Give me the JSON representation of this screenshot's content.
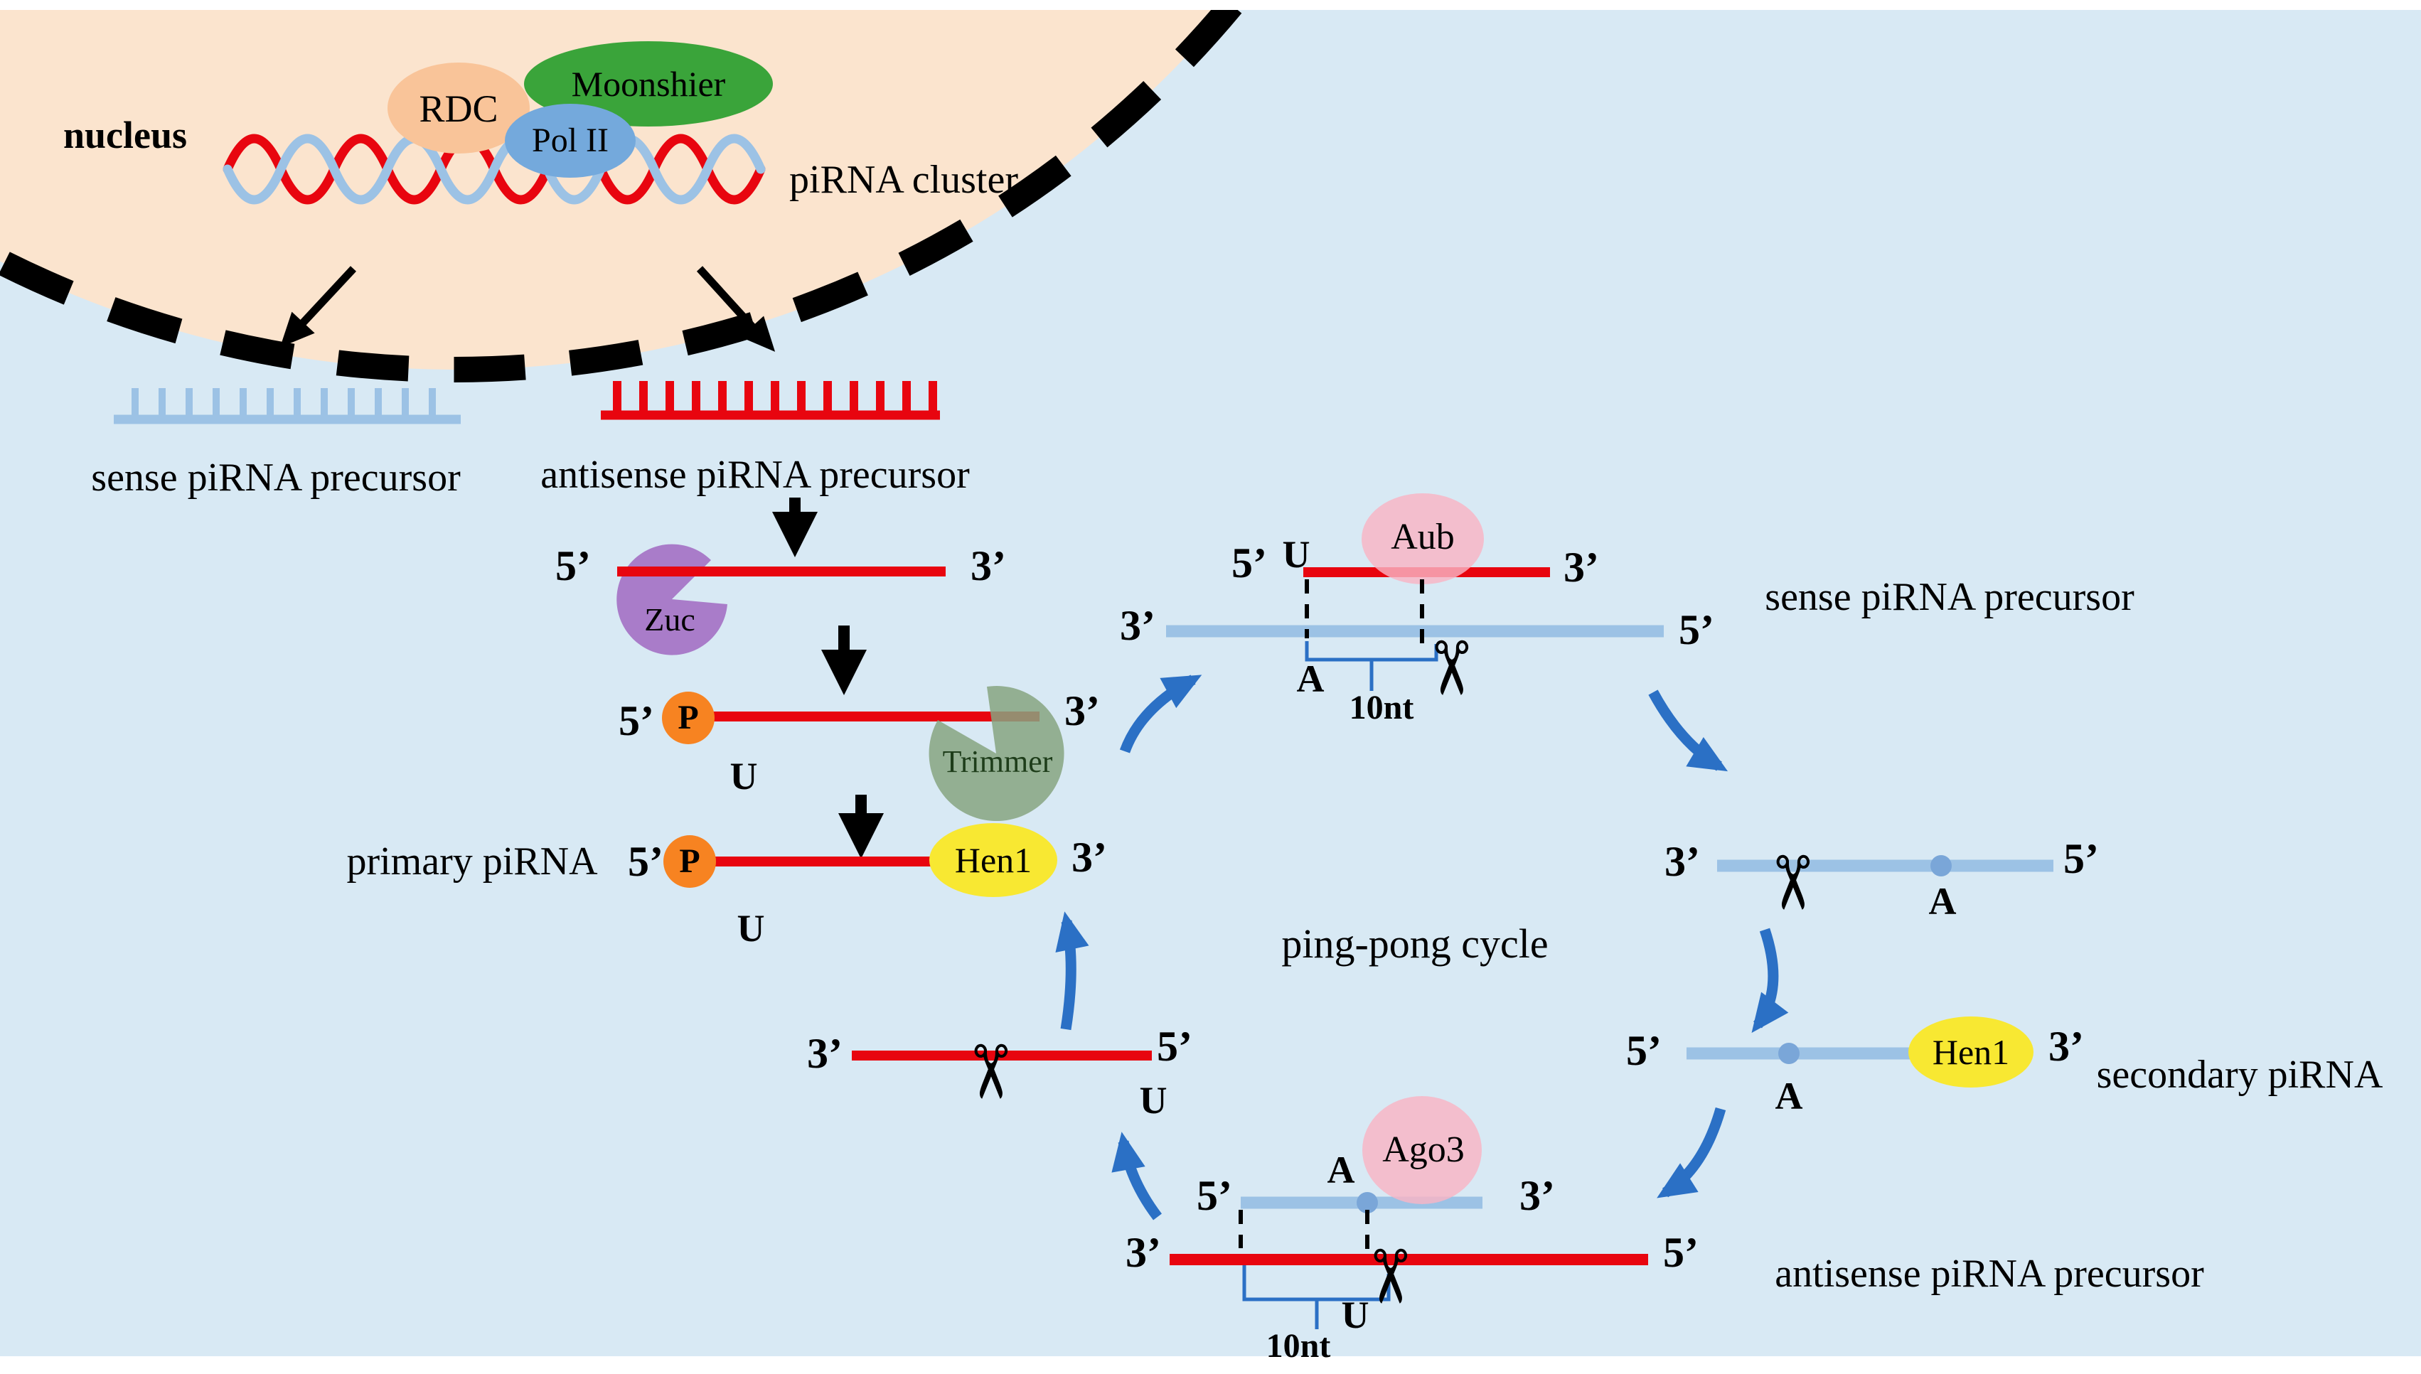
{
  "title": "piRNA biogenesis and ping-pong cycle diagram",
  "nucleus": {
    "label": "nucleus",
    "rdc": "RDC",
    "moonshier": "Moonshier",
    "pol2": "Pol II",
    "cluster": "piRNA cluster"
  },
  "labels": {
    "sense_precursor": "sense piRNA precursor",
    "antisense_precursor": "antisense piRNA precursor",
    "primary": "primary piRNA",
    "secondary": "secondary piRNA",
    "pingpong": "ping-pong cycle"
  },
  "enzymes": {
    "zuc": "Zuc",
    "trimmer": "Trimmer",
    "hen1": "Hen1",
    "aub": "Aub",
    "ago3": "Ago3"
  },
  "markers": {
    "five": "5’",
    "three": "3’",
    "u": "U",
    "a": "A",
    "p": "P",
    "tennt": "10nt",
    "scissors": "✂"
  },
  "colors": {
    "background": "#d8e9f4",
    "nucleus_fill": "#fbe4ce",
    "membrane": "#000000",
    "sense_strand_blue": "#9cc2e5",
    "antisense_strand_red": "#e8050f",
    "arrow_blue": "#2b70c5",
    "zuc_purple": "#a97cc9",
    "trimmer_green": "#87a480",
    "hen1_yellow": "#f8e832",
    "p_orange": "#f78321",
    "aub_ago3_pink": "#f9b4c4",
    "rdc_peach": "#f9c499",
    "moonshier_green": "#3aa43a",
    "pol2_blue": "#74a9dc"
  }
}
